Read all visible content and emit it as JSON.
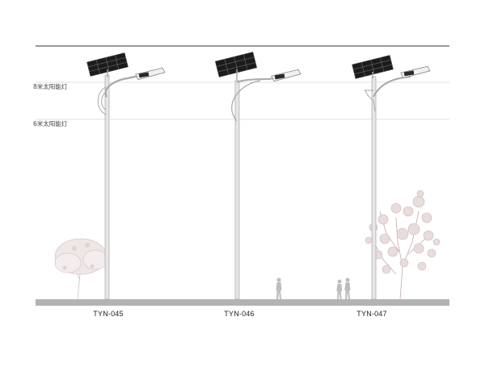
{
  "height_labels": [
    "8米太阳能灯",
    "6米太阳能灯"
  ],
  "models": [
    "TYN-045",
    "TYN-046",
    "TYN-047"
  ],
  "colors": {
    "pole": "#e6e6e6",
    "pole_edge": "#a8a8a8",
    "panel": "#1c1c1c",
    "panel_grid": "#9a9a9a",
    "ground": "#b3b3b3",
    "tree": "#c9b4b4",
    "guide_line": "#d6d6d6",
    "top_rule": "#333333"
  }
}
